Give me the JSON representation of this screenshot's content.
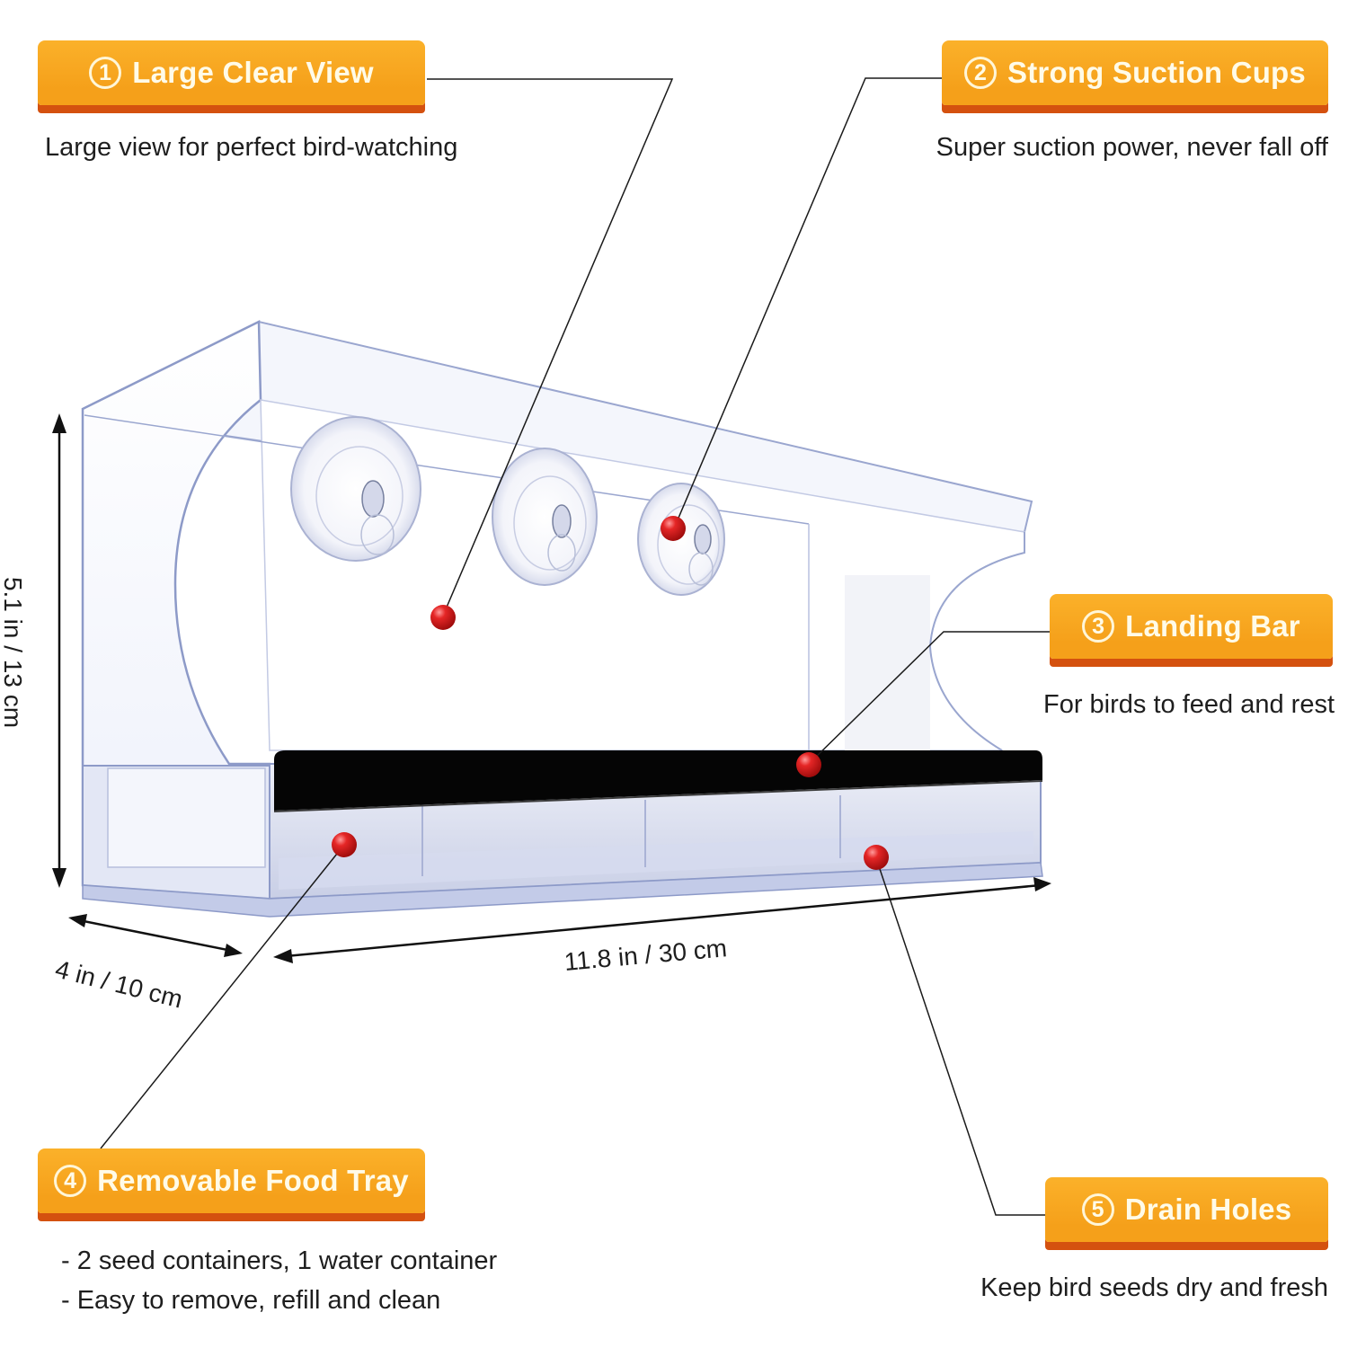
{
  "features": [
    {
      "number": "1",
      "title": "Large Clear View",
      "description": [
        "Large view for perfect bird-watching"
      ]
    },
    {
      "number": "2",
      "title": "Strong Suction Cups",
      "description": [
        "Super suction power, never fall off"
      ]
    },
    {
      "number": "3",
      "title": "Landing Bar",
      "description": [
        "For birds to feed and rest"
      ]
    },
    {
      "number": "4",
      "title": "Removable Food Tray",
      "description": [
        "- 2 seed containers, 1 water container",
        "- Easy to remove, refill and clean"
      ]
    },
    {
      "number": "5",
      "title": "Drain Holes",
      "description": [
        "Keep bird seeds dry and fresh"
      ]
    }
  ],
  "dimensions": {
    "height": "5.1 in / 13 cm",
    "depth": "4 in / 10 cm",
    "width": "11.8 in / 30 cm"
  },
  "colors": {
    "badge": "#f7a41d",
    "badge_shadow": "#d4510f",
    "marker": "#d81e1e",
    "landing_bar": "#050505"
  }
}
